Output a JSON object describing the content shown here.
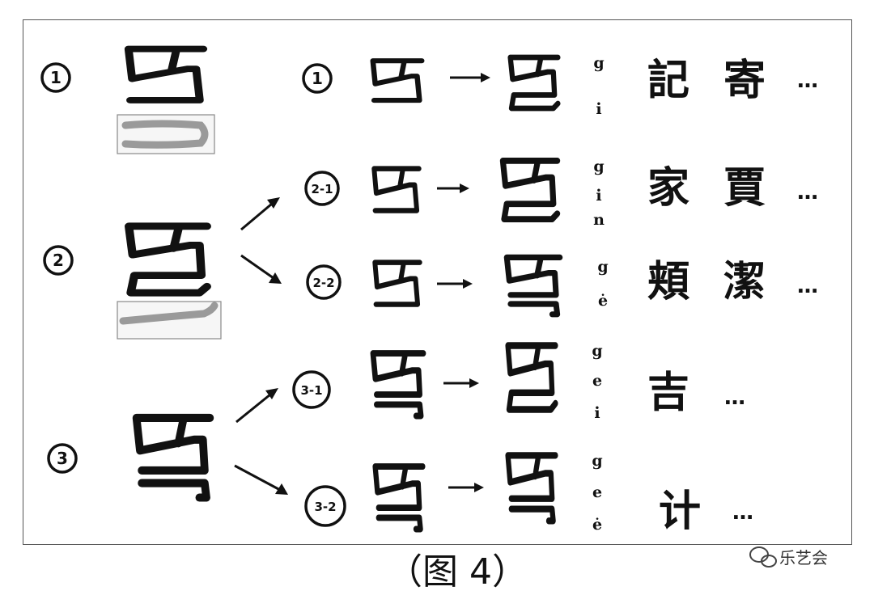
{
  "figure": {
    "caption": "（图 4）",
    "watermark": "乐艺会",
    "watermark_icon": "wechat-icon"
  },
  "variants": [
    {
      "label": "1"
    },
    {
      "label": "2"
    },
    {
      "label": "3"
    }
  ],
  "rows": [
    {
      "label": "1",
      "pinyin": [
        "g",
        "i"
      ],
      "examples": [
        "記",
        "寄"
      ],
      "ellipsis": "…"
    },
    {
      "label": "2-1",
      "pinyin": [
        "g",
        "i",
        "n"
      ],
      "examples": [
        "家",
        "賈"
      ],
      "ellipsis": "…"
    },
    {
      "label": "2-2",
      "pinyin": [
        "g",
        "ė"
      ],
      "examples": [
        "頬",
        "潔"
      ],
      "ellipsis": "…"
    },
    {
      "label": "3-1",
      "pinyin": [
        "g",
        "e",
        "i"
      ],
      "examples": [
        "吉"
      ],
      "ellipsis": "…"
    },
    {
      "label": "3-2",
      "pinyin": [
        "g",
        "e",
        "ė"
      ],
      "examples": [
        "计"
      ],
      "ellipsis": "…"
    }
  ]
}
